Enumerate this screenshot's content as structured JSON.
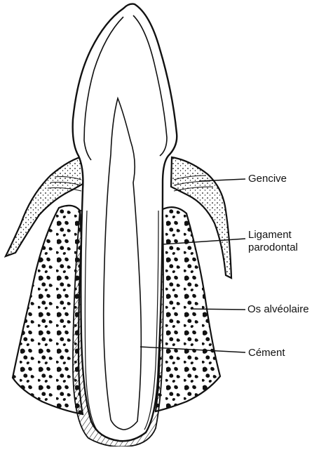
{
  "labels": {
    "gencive": "Gencive",
    "ligament_line1": "Ligament",
    "ligament_line2": "parodontal",
    "os_alveolaire": "Os alvéolaire",
    "cement": "Cément"
  },
  "colors": {
    "ink": "#111111",
    "background": "#ffffff"
  }
}
